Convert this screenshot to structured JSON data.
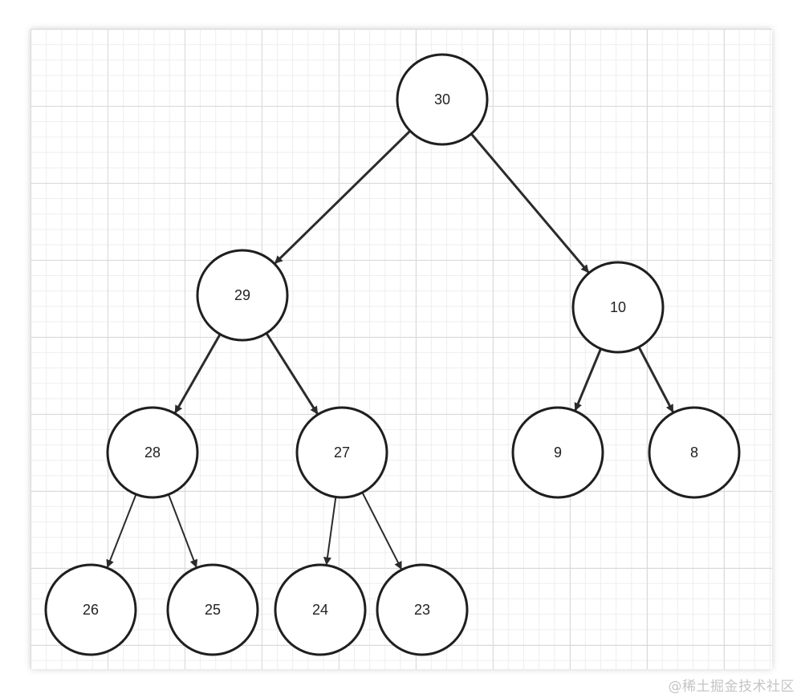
{
  "diagram": {
    "type": "binary-tree",
    "nodes": [
      {
        "id": "n30",
        "label": "30"
      },
      {
        "id": "n29",
        "label": "29"
      },
      {
        "id": "n10",
        "label": "10"
      },
      {
        "id": "n28",
        "label": "28"
      },
      {
        "id": "n27",
        "label": "27"
      },
      {
        "id": "n9",
        "label": "9"
      },
      {
        "id": "n8",
        "label": "8"
      },
      {
        "id": "n26",
        "label": "26"
      },
      {
        "id": "n25",
        "label": "25"
      },
      {
        "id": "n24",
        "label": "24"
      },
      {
        "id": "n23",
        "label": "23"
      }
    ],
    "edges": [
      {
        "from": "n30",
        "to": "n29"
      },
      {
        "from": "n30",
        "to": "n10"
      },
      {
        "from": "n29",
        "to": "n28"
      },
      {
        "from": "n29",
        "to": "n27"
      },
      {
        "from": "n10",
        "to": "n9"
      },
      {
        "from": "n10",
        "to": "n8"
      },
      {
        "from": "n28",
        "to": "n26"
      },
      {
        "from": "n28",
        "to": "n25"
      },
      {
        "from": "n27",
        "to": "n24"
      },
      {
        "from": "n27",
        "to": "n23"
      }
    ]
  },
  "watermark": "@稀土掘金技术社区"
}
